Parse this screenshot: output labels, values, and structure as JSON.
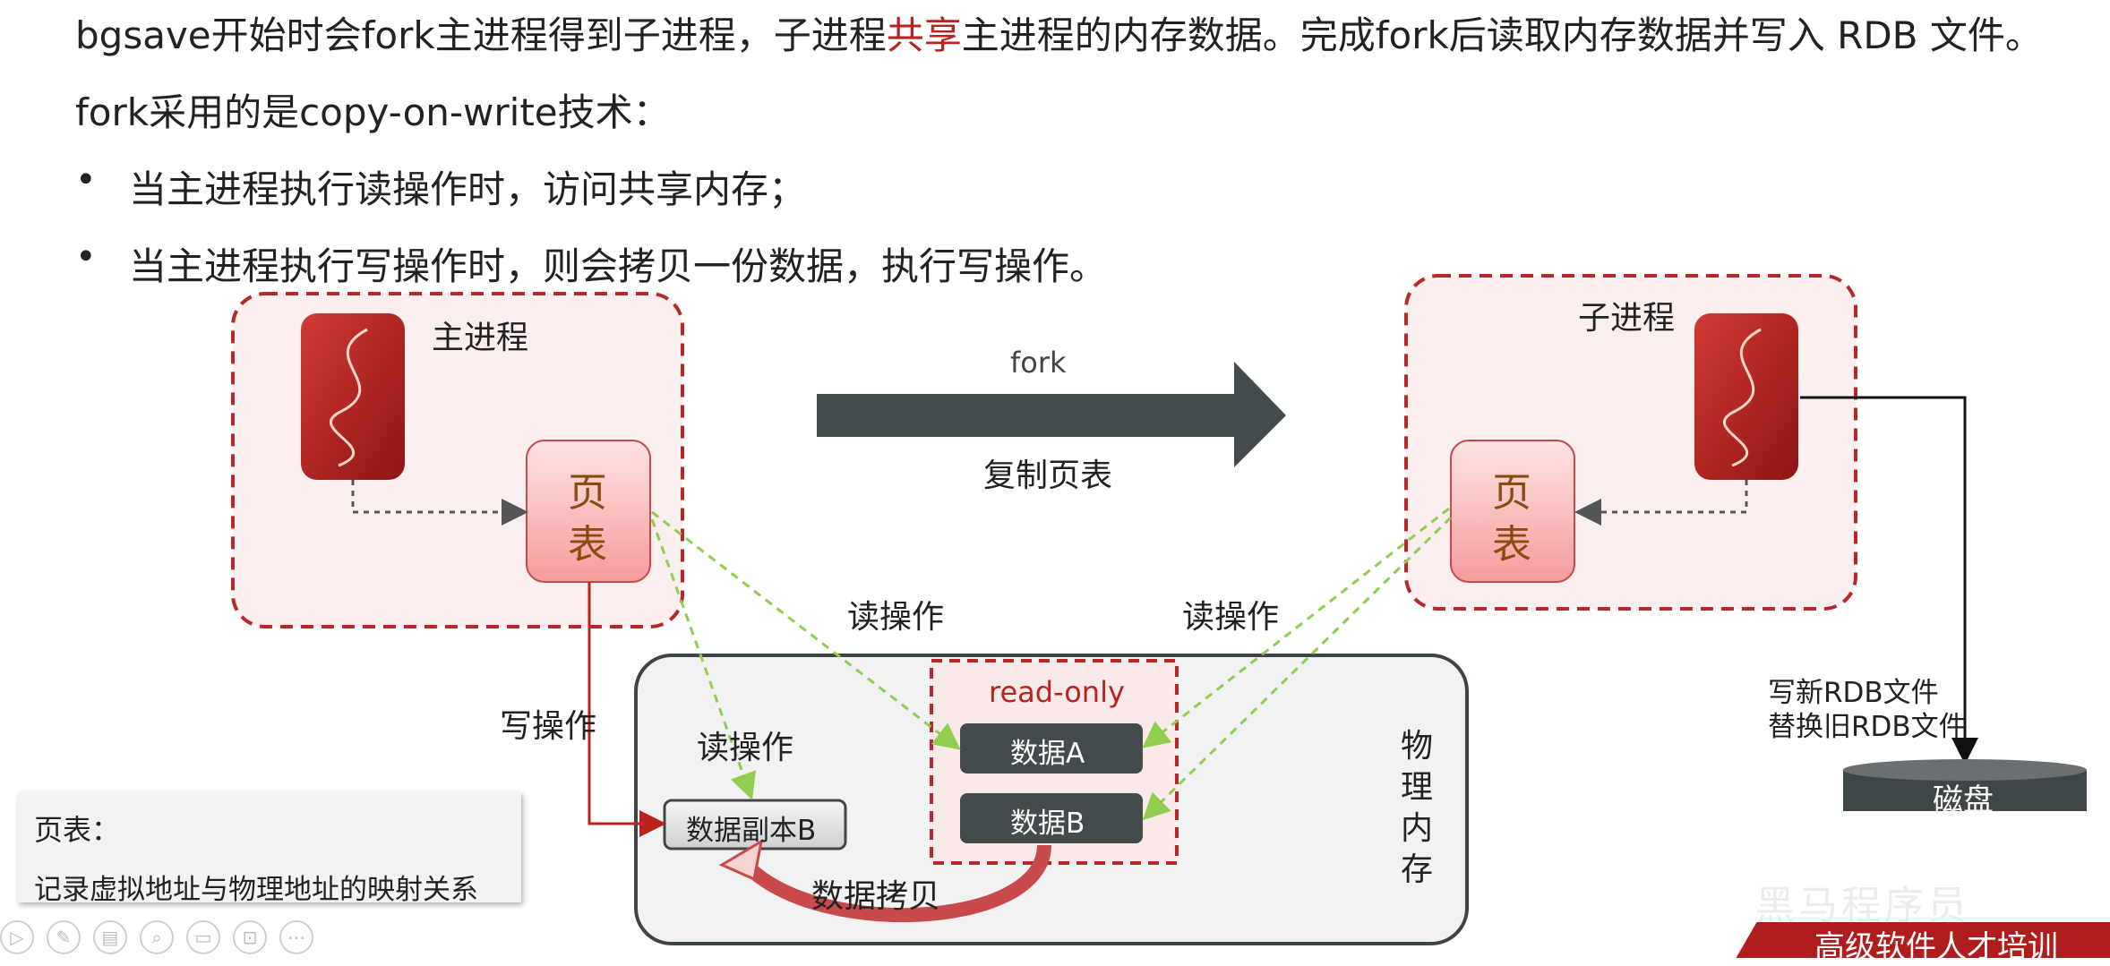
{
  "text": {
    "line1_a": "bgsave开始时会fork主进程得到子进程，子进程",
    "line1_hl": "共享",
    "line1_b": "主进程的内存数据。完成fork后读取内存数据并写入 RDB 文件。",
    "line2": "fork采用的是copy-on-write技术：",
    "bullets": [
      "当主进程执行读操作时，访问共享内存；",
      "当主进程执行写操作时，则会拷贝一份数据，执行写操作。"
    ]
  },
  "diagram": {
    "main_process": "主进程",
    "child_process": "子进程",
    "page_table_top": "页",
    "page_table_bottom": "表",
    "fork": "fork",
    "copy_page_table": "复制页表",
    "read_op_left": "读操作",
    "read_op_right": "读操作",
    "read_op_inner": "读操作",
    "write_op": "写操作",
    "read_only": "read-only",
    "data_a": "数据A",
    "data_b": "数据B",
    "data_copy_b": "数据副本B",
    "data_copy": "数据拷贝",
    "physical_memory": [
      "物",
      "理",
      "内",
      "存"
    ],
    "write_rdb_1": "写新RDB文件",
    "write_rdb_2": "替换旧RDB文件",
    "disk": "磁盘"
  },
  "note": {
    "title": "页表：",
    "body": "记录虚拟地址与物理地址的映射关系"
  },
  "watermark": "黑马程序员",
  "banner": "高级软件人才培训",
  "colors": {
    "red": "#b8231f",
    "dark_gray": "#444b4c",
    "green_dash": "#8fce4f",
    "pink_bg": "#fbeeee"
  }
}
